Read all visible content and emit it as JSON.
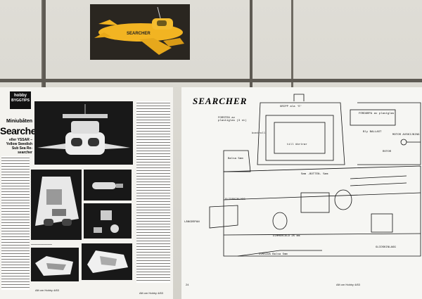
{
  "photo": {
    "hull_text": "SEARCHER",
    "colors": {
      "hull": "#f2b422",
      "background": "#2a2620"
    }
  },
  "magazine": {
    "badge_line1": "hobby",
    "badge_line2": "BYGGTIPS",
    "kicker": "Miniubåten",
    "headline": "Searcher",
    "subhead": "eller YSSAR – Yellow Swedish Sub Sea Re-searcher",
    "left_folio": "Allt om Hobby 4/83",
    "right_folio": "Allt om Hobby 4/83"
  },
  "plans": {
    "title": "SEARCHER",
    "labels": {
      "l1": "GRIPP ala 'E'",
      "l2": "FORSTEN av plastiglas (3 st)",
      "l3": "FÖRDÄRPA av plastglas",
      "l4": "Balsa 5mm",
      "l5": "5mm -BOTTEN- 5mm",
      "l6": "GLIDSKINLAGG",
      "l7": "DIMMERCOLD 25 mm",
      "l8": "ÖVRSIDA Balsa 5mm",
      "l9": "GLIDSKINLAGG",
      "l10": "LÄNGDSPAN",
      "l11": "Bly BALLAST",
      "l12": "MOTOR AVSKIJNING",
      "l13": "kontroll",
      "l14": "ROTOR",
      "l15": "till öbrtrar"
    },
    "left_folio": "24",
    "right_folio": "Allt om Hobby 4/83"
  }
}
